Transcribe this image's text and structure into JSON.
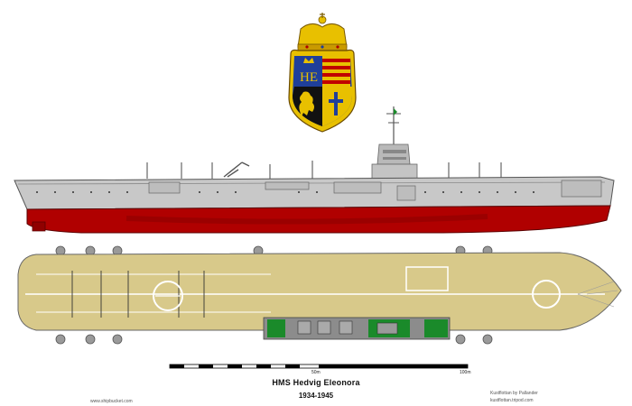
{
  "caption": {
    "ship_name": "HMS Hedvig Eleonora",
    "years": "1934-1945"
  },
  "scale_bar": {
    "mid_label": "50m",
    "end_label": "100m"
  },
  "credits": {
    "left": "www.shipbucket.com",
    "right_line1": "Kustflottan by Pallander",
    "right_line2": "kustflottan.tripod.com"
  },
  "emblem": {
    "monogram": "HE"
  },
  "colors": {
    "hull_grey": "#c8c8c8",
    "waterline_red": "#b00000",
    "flight_deck": "#d8c98a",
    "accent_green": "#1a8a2a",
    "emblem_blue": "#1f3f9a",
    "emblem_gold": "#e8c000"
  }
}
